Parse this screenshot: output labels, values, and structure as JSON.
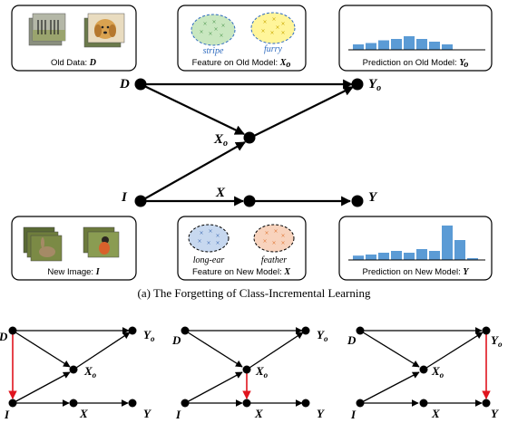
{
  "top_boxes": {
    "old_data": {
      "text": "Old Data: ",
      "var": "D"
    },
    "feature_old": {
      "text": "Feature on Old Model: ",
      "var": "X",
      "sub": "o",
      "cluster_left": "stripe",
      "cluster_right": "furry"
    },
    "pred_old": {
      "text": "Prediction on Old Model: ",
      "var": "Y",
      "sub": "o"
    }
  },
  "bottom_boxes": {
    "new_image": {
      "text": "New Image: ",
      "var": "I"
    },
    "feature_new": {
      "text": "Feature on New Model: ",
      "var": "X",
      "cluster_left": "long-ear",
      "cluster_right": "feather"
    },
    "pred_new": {
      "text": "Prediction on New Model: ",
      "var": "Y"
    }
  },
  "nodes": {
    "D": "D",
    "I": "I",
    "X": "X",
    "Y": "Y",
    "Xo": "X",
    "Xo_sub": "o",
    "Yo": "Y",
    "Yo_sub": "o"
  },
  "caption": "(a) The Forgetting of Class-Incremental Learning",
  "histograms": {
    "old": [
      0.2,
      0.25,
      0.35,
      0.4,
      0.5,
      0.4,
      0.3,
      0.2
    ],
    "new": [
      0.12,
      0.15,
      0.2,
      0.25,
      0.2,
      0.3,
      0.25,
      0.95,
      0.55,
      0.05
    ]
  },
  "colors": {
    "bar": "#5b9bd5",
    "red_edge": "#e0141e",
    "stripe_cluster": "#c9e7c0",
    "furry_cluster": "#fff59a",
    "longear_cluster": "#c7d8ef",
    "feather_cluster": "#f8d3bd"
  }
}
